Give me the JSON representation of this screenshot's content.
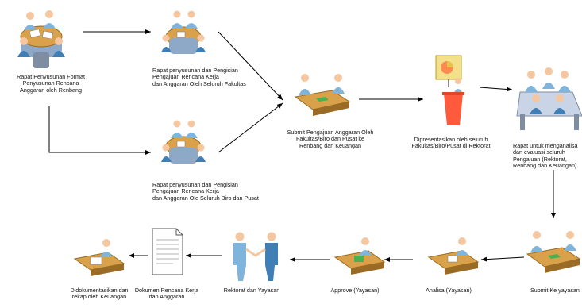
{
  "colors": {
    "skin": "#f5c7a0",
    "shirt": "#7fb4dc",
    "shirt_dark": "#3f7fb5",
    "table": "#d9a24a",
    "table_dark": "#9a6b25",
    "chair": "#8e9bb0",
    "paper": "#ffffff",
    "green_doc": "#4caf50",
    "board": "#f3e08a",
    "podium": "#ff5a3c",
    "arrow": "#000000"
  },
  "nodes": {
    "n1": {
      "icon": "meeting-icon",
      "label": "Rapat Penyusunan Format\nPenyusunan Rencana\nAnggaran oleh Renbang"
    },
    "n2": {
      "icon": "meeting-icon",
      "label": "Rapat penyusunan dan Pengisian\nPengajuan  Rencana Kerja\ndan Anggaran Oleh Seluruh Fakultas"
    },
    "n3": {
      "icon": "meeting-icon",
      "label": "Rapat penyusunan dan Pengisian\nPengajuan  Rencana Kerja\ndan Anggaran Ole Seluruh Biro dan Pusat"
    },
    "n4": {
      "icon": "desk-submit-icon",
      "label": "Submit Pengajuan Anggaran Oleh\nFakultas/Biro dan Pusat ke\nRenbang dan Keuangan"
    },
    "n5": {
      "icon": "presentation-icon",
      "label": "Dipresentasikan oleh seluruh\nFakultas/Biro/Pusat di Rektorat"
    },
    "n6": {
      "icon": "conference-icon",
      "label": "Rapat untuk menganalisa\ndan evaluasi seluruh\nPengajuan (Rektorat,\nRenbang dan Keuangan)"
    },
    "n7": {
      "icon": "desk-submit-icon",
      "label": "Submit Ke yayasan"
    },
    "n8": {
      "icon": "desk-analysis-icon",
      "label": "Analisa (Yayasan)"
    },
    "n9": {
      "icon": "desk-approve-icon",
      "label": "Approve (Yayasan)"
    },
    "n10": {
      "icon": "handshake-icon",
      "label": "Rektorat dan Yayasan"
    },
    "n11": {
      "icon": "document-icon",
      "label": "Dokumen Rencana Kerja\ndan Anggaran"
    },
    "n12": {
      "icon": "desk-document-icon",
      "label": "Didokumentasikan dan\nrekap oleh Keuangan"
    }
  }
}
